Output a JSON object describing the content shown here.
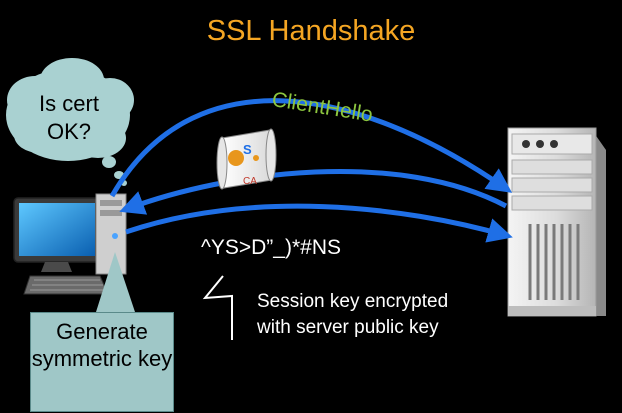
{
  "title": "SSL Handshake",
  "thought_bubble": {
    "text": "Is cert OK?"
  },
  "labels": {
    "client_hello": "ClientHello",
    "encrypted_text": "^YS>D”_)*#NS",
    "session_note": "Session key encrypted with server public key"
  },
  "client_note": {
    "text": "Generate symmetric key"
  },
  "certificate": {
    "issuer_mark": "S",
    "ca_stamp": "CA"
  },
  "icons": [
    "client-computer-icon",
    "server-tower-icon",
    "certificate-scroll-icon"
  ],
  "colors": {
    "background": "#000000",
    "title": "#f5a623",
    "client_hello": "#8dc63f",
    "arrows": "#1f6fe6",
    "bubble": "#a9d1d1",
    "note_box": "#9fc7c7"
  }
}
